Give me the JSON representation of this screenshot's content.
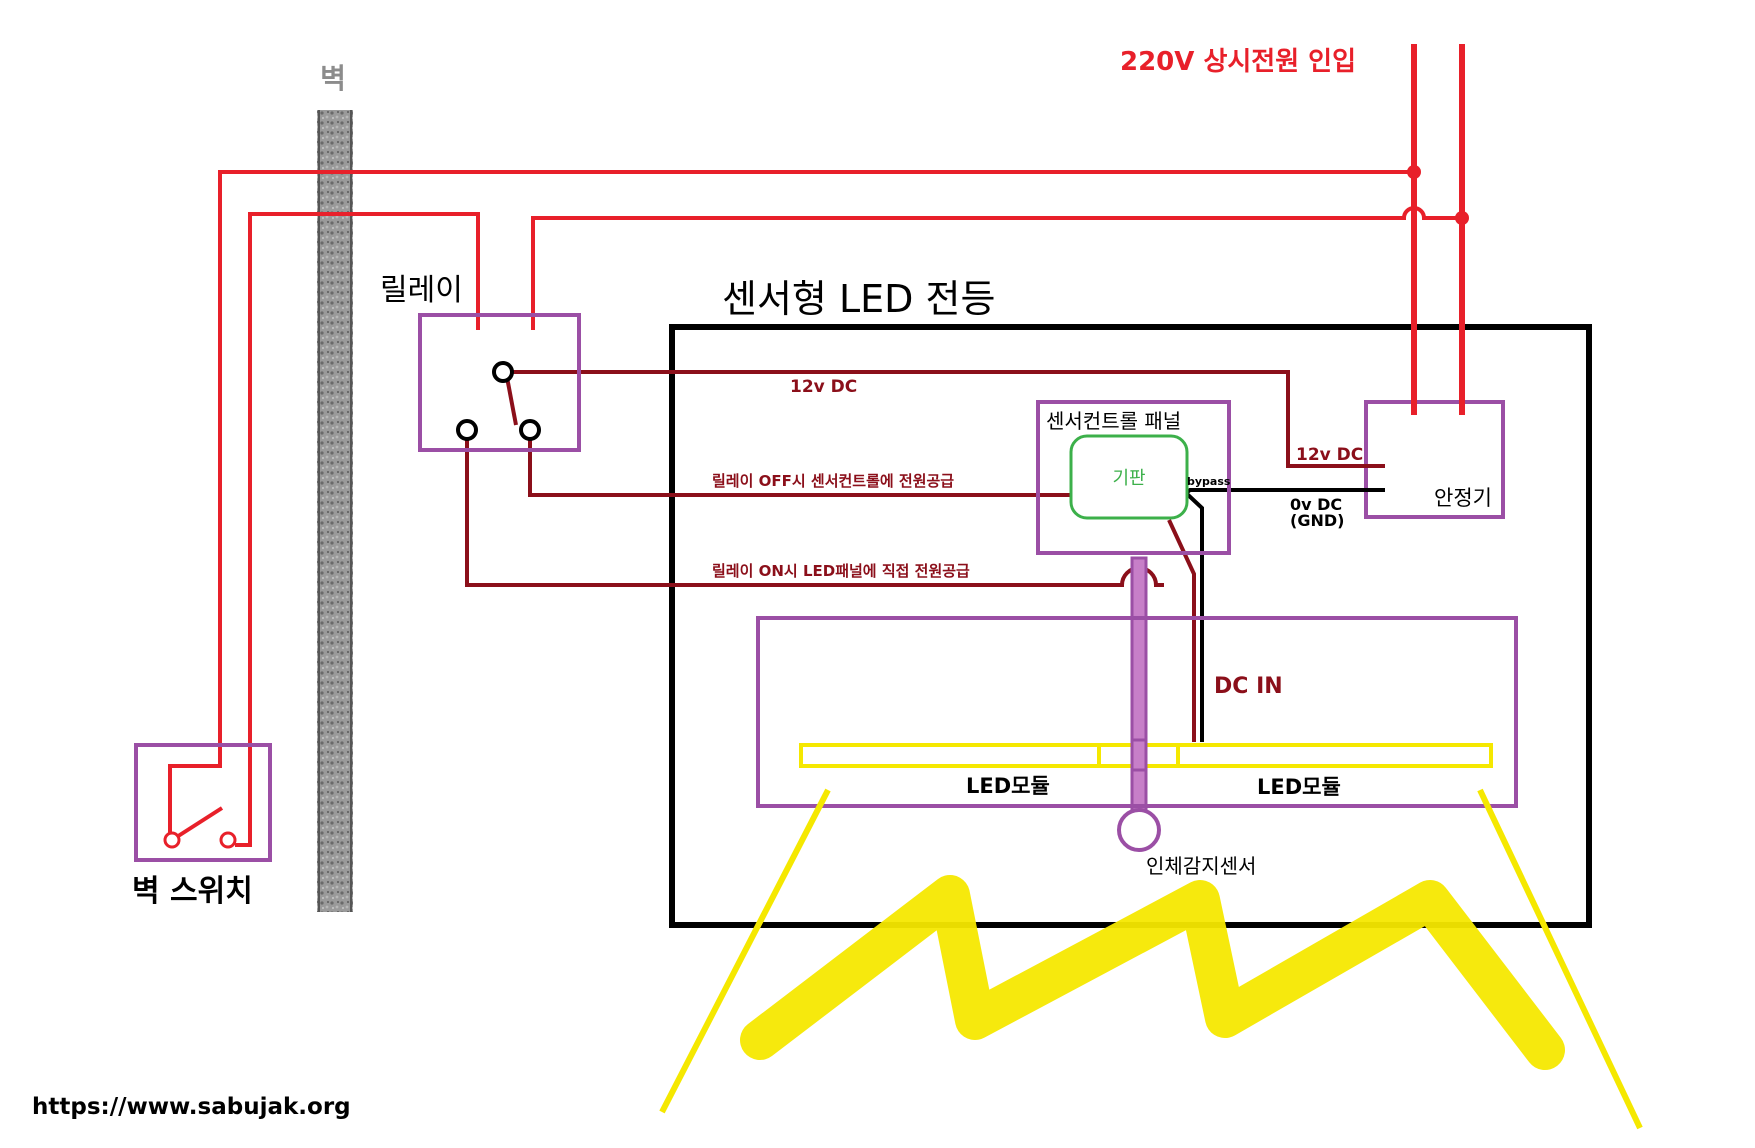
{
  "labels": {
    "wall": "벽",
    "power_in": "220V 상시전원 인입",
    "relay": "릴레이",
    "fixture_title": "센서형 LED 전등",
    "dc12_top": "12v DC",
    "dc12_ballast": "12v DC",
    "panel_title": "센서컨트롤 패널",
    "board": "기판",
    "bypass": "bypass",
    "dc0": "0v DC",
    "gnd": "(GND)",
    "ballast": "안정기",
    "relay_off": "릴레이 OFF시 센서컨트롤에 전원공급",
    "relay_on": "릴레이 ON시 LED패널에 직접 전원공급",
    "dc_in": "DC IN",
    "led_left": "LED모듈",
    "led_right": "LED모듈",
    "sensor": "인체감지센서",
    "wall_switch": "벽 스위치",
    "url": "https://www.sabujak.org"
  },
  "colors": {
    "ac_line": "#e8202a",
    "dc_line": "#8b0f1a",
    "box": "#9b4fa5",
    "board": "#3cb04a",
    "frame": "#000000",
    "led": "#f5e800",
    "wall": "#8c8c8c",
    "sensor_stem": "#c77fc8"
  }
}
